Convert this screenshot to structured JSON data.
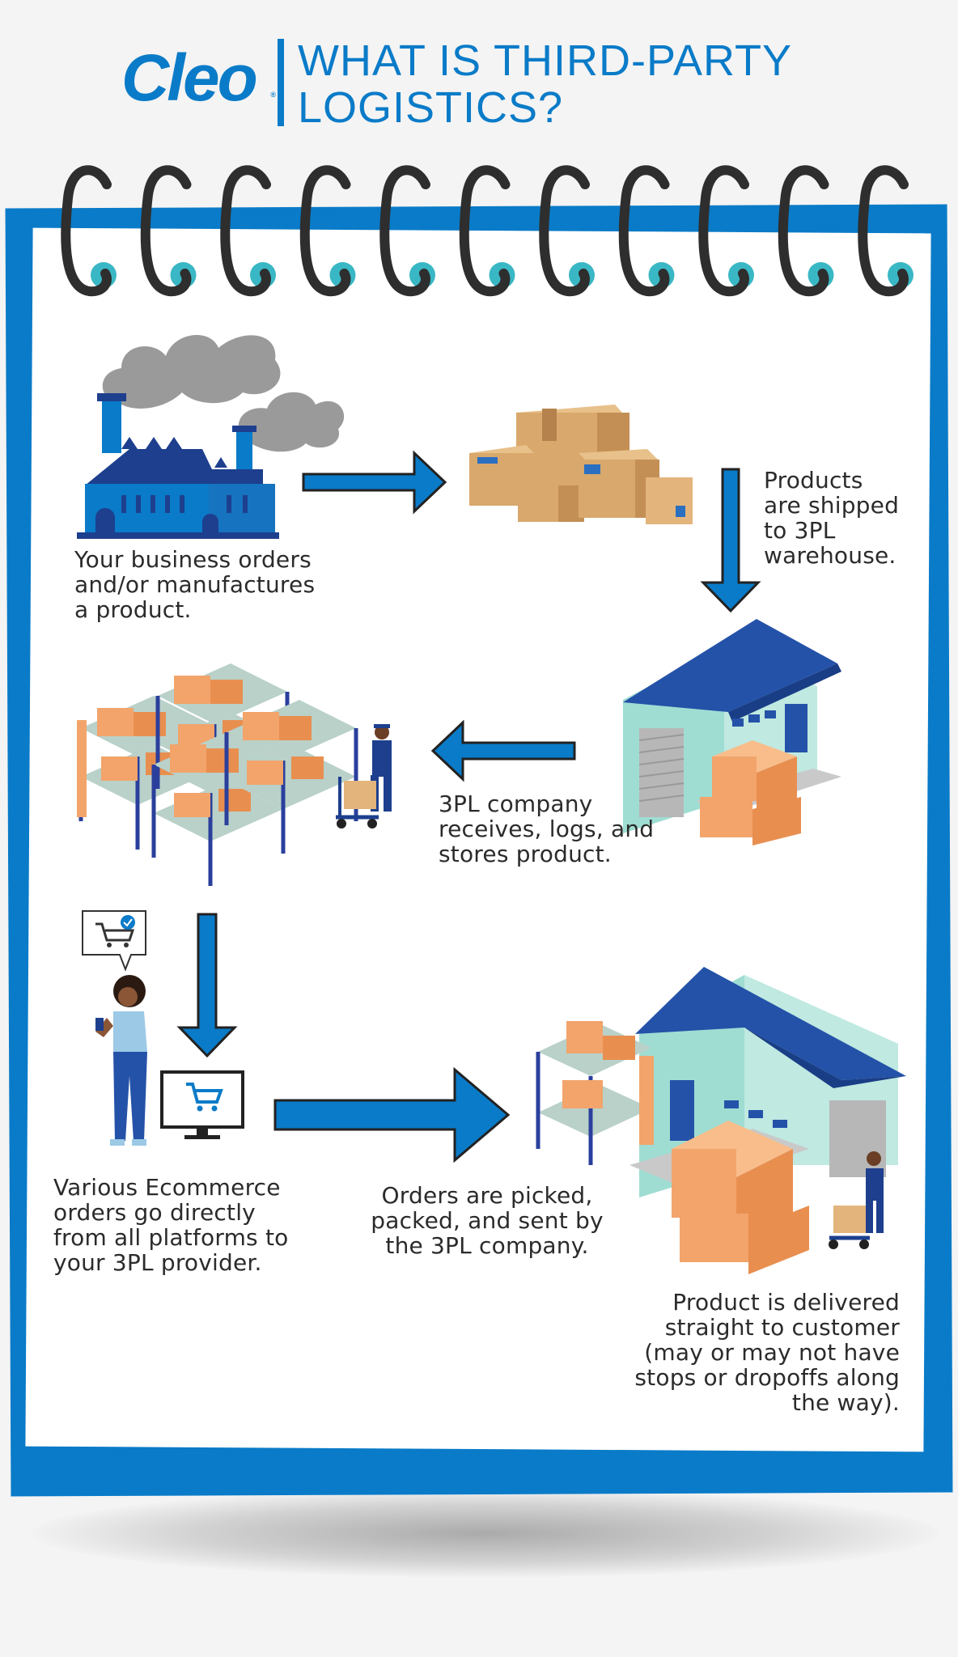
{
  "header": {
    "logo_text": "Cleo",
    "logo_registered": "®",
    "title_lines": [
      "WHAT IS THIRD-PARTY",
      "LOGISTICS?"
    ]
  },
  "colors": {
    "brand_blue": "#0a7bc8",
    "dark_navy": "#1d3f8e",
    "box_tan": "#d9a86c",
    "box_orange": "#f2a46b",
    "warehouse_mint": "#9fddd3",
    "roof_blue": "#2452a8",
    "smoke_gray": "#9a9a9a",
    "ring_dark": "#2e2e2e",
    "hole_teal": "#3ab7c4"
  },
  "steps": [
    {
      "id": "manufacture",
      "lines": [
        "Your business orders",
        "and/or manufactures",
        "a product."
      ]
    },
    {
      "id": "shipped",
      "lines": [
        "Products",
        "are shipped",
        "to 3PL",
        "warehouse."
      ]
    },
    {
      "id": "receive",
      "lines": [
        "3PL company",
        "receives, logs, and",
        "stores product."
      ]
    },
    {
      "id": "ecommerce",
      "lines": [
        "Various Ecommerce",
        "orders go directly",
        "from all platforms to",
        "your 3PL provider."
      ]
    },
    {
      "id": "picked",
      "lines": [
        "Orders are picked,",
        "packed, and sent by",
        "the 3PL company."
      ]
    },
    {
      "id": "delivered",
      "lines": [
        "Product is delivered",
        "straight to customer",
        "(may or may not have",
        "stops or dropoffs along",
        "the way)."
      ]
    }
  ],
  "icons": [
    "factory-icon",
    "boxes-icon",
    "warehouse-icon",
    "shelving-icon",
    "worker-icon",
    "shopper-icon",
    "cart-bubble-icon",
    "computer-cart-icon"
  ]
}
